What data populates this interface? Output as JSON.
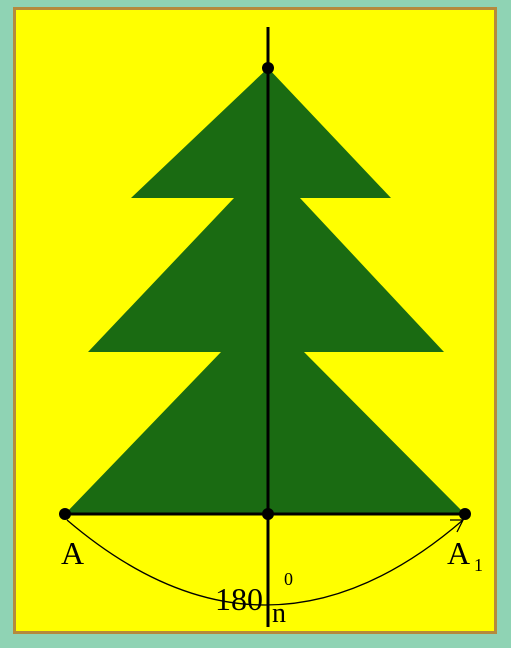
{
  "colors": {
    "background": "#8fd3b4",
    "frame_border": "#b58a3c",
    "canvas": "#ffff00",
    "tree": "#1a6b12",
    "lines": "#000000"
  },
  "labels": {
    "point_a": "A",
    "point_a1_main": "A",
    "point_a1_sub": "1",
    "angle_value": "180",
    "angle_degree": "0",
    "axis_label": "n"
  }
}
